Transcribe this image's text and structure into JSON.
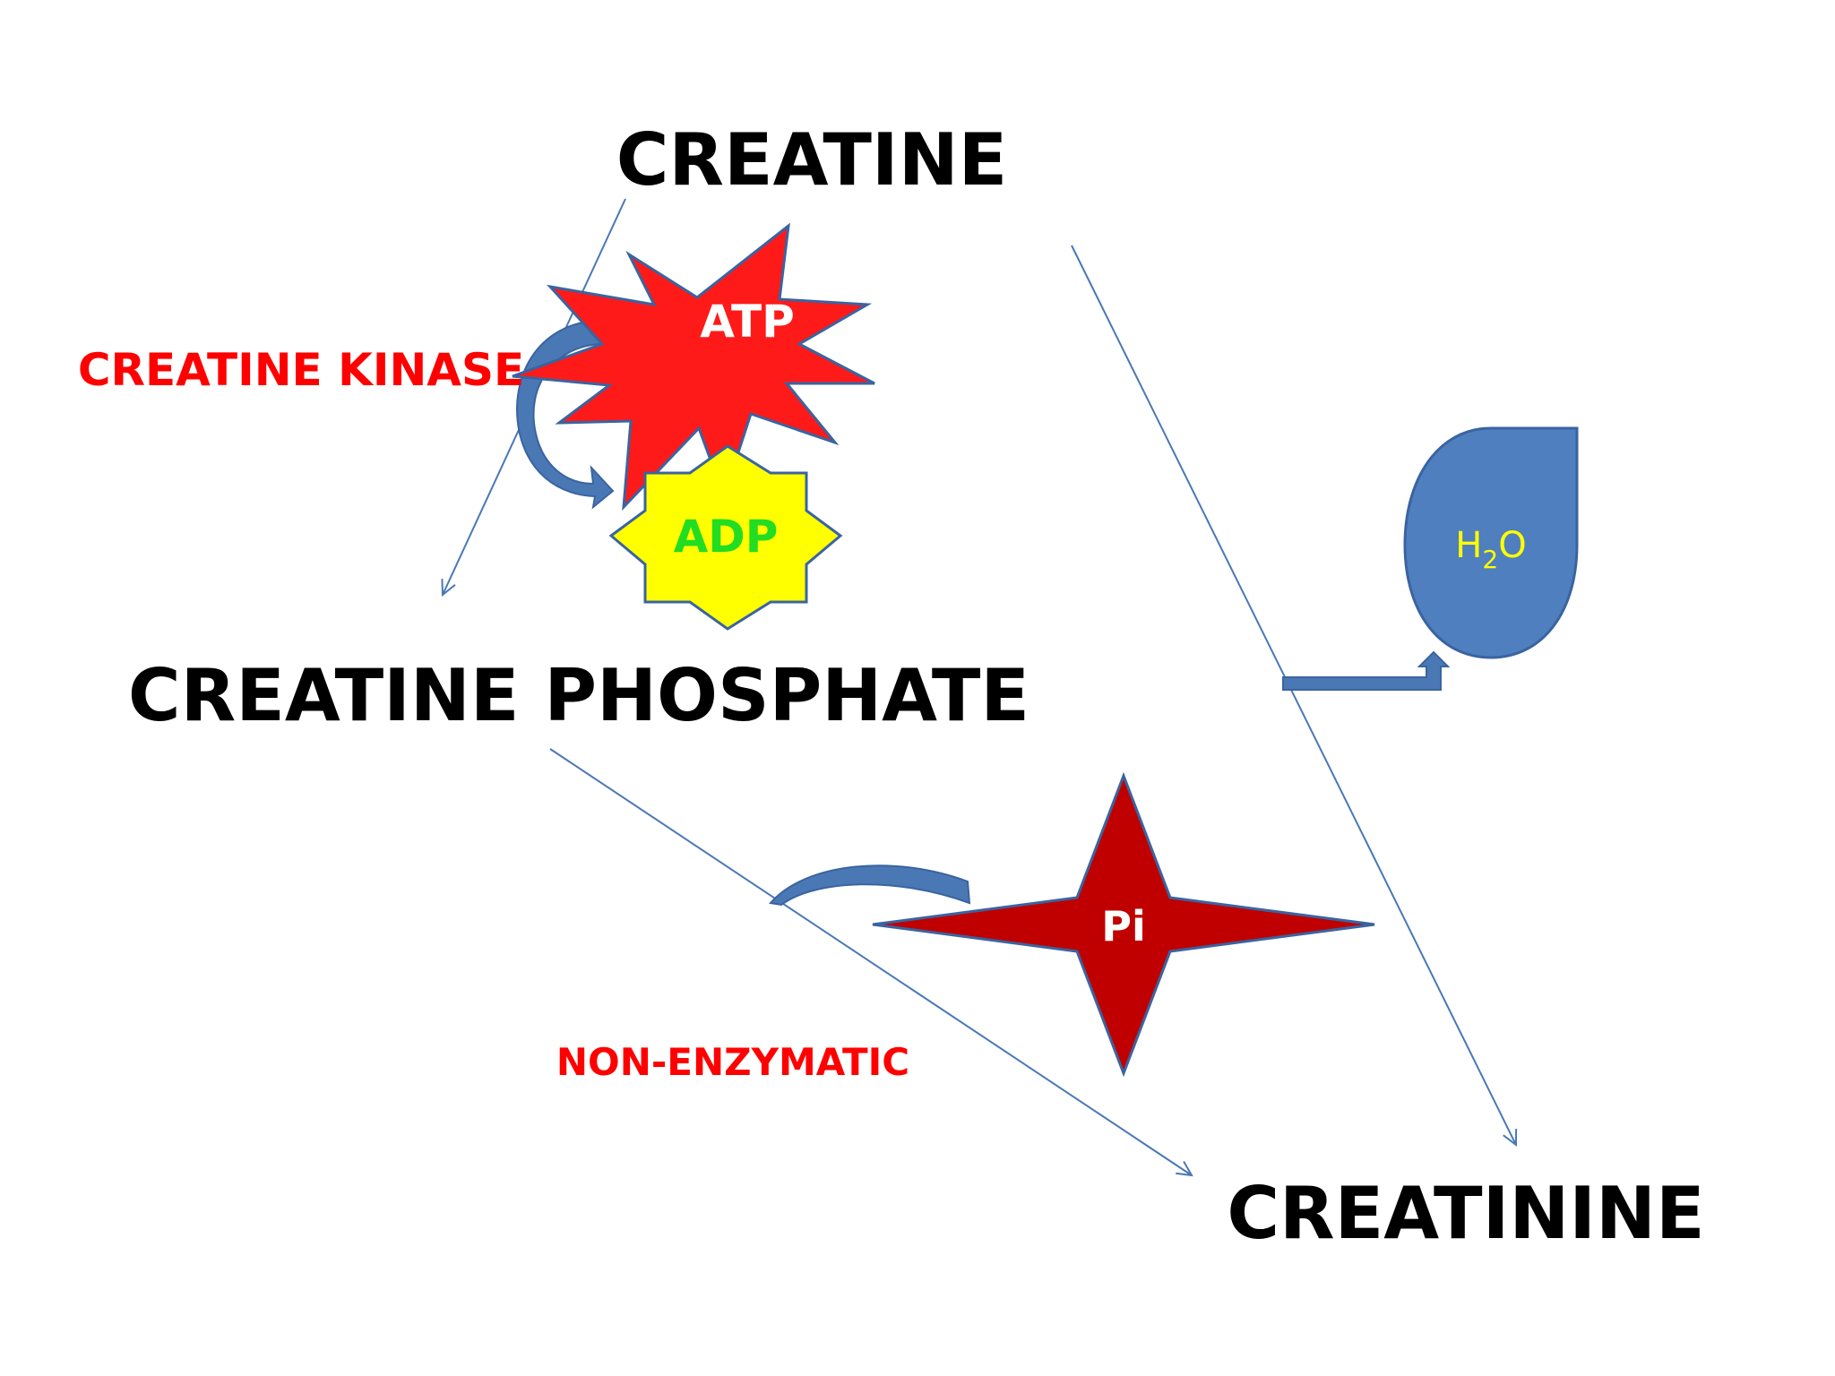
{
  "compounds": {
    "creatine": "CREATINE",
    "creatine_phosphate": "CREATINE PHOSPHATE",
    "creatinine": "CREATININE"
  },
  "enzymes": {
    "creatine_kinase": "CREATINE KINASE",
    "non_enzymatic": "NON-ENZYMATIC"
  },
  "molecules": {
    "atp": "ATP",
    "adp": "ADP",
    "pi": "Pi",
    "water_h": "H",
    "water_sub": "2",
    "water_o": "O"
  },
  "colors": {
    "compound_text": "#000000",
    "enzyme_text": "#ff0000",
    "atp_fill": "#ff1a1a",
    "atp_text": "#ffffff",
    "adp_fill": "#ffff00",
    "adp_text": "#22dd22",
    "pi_fill": "#c00000",
    "pi_text": "#ffffff",
    "water_fill": "#4f7fbf",
    "water_text": "#ffff00",
    "arrow_line": "#4a78b5",
    "curved_arrow": "#4a78b5"
  }
}
